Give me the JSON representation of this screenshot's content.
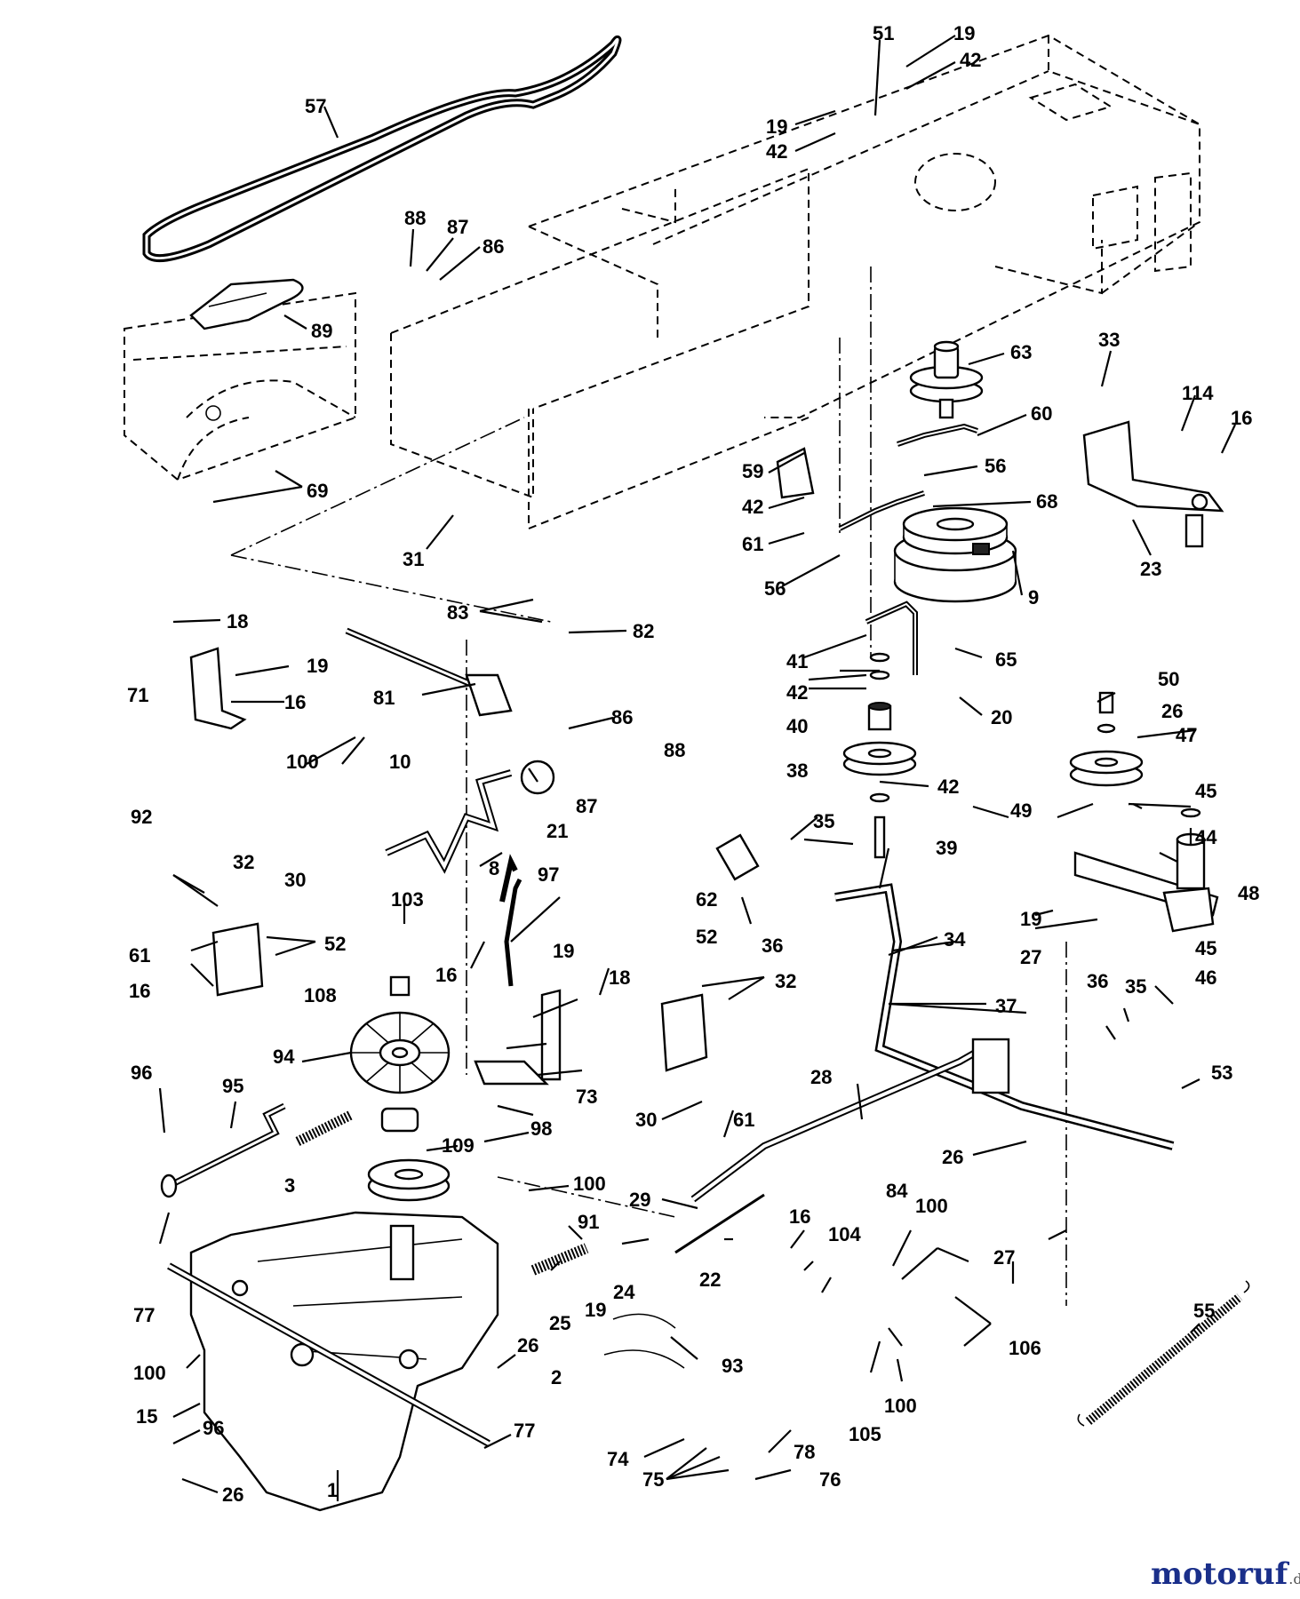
{
  "watermark": {
    "brand_main": "motoruf",
    "brand_suffix": ".de",
    "colors": {
      "moto": "#1a2f8a",
      "ruf": "#3a9a3a"
    }
  },
  "labels": {
    "p57": "57",
    "p51": "51",
    "p19a": "19",
    "p42a": "42",
    "p19b": "19",
    "p42b": "42",
    "p88a": "88",
    "p87a": "87",
    "p86a": "86",
    "p89": "89",
    "p69": "69",
    "p31": "31",
    "p63": "63",
    "p33": "33",
    "p114": "114",
    "p16a": "16",
    "p60": "60",
    "p59": "59",
    "p56a": "56",
    "p42c": "42",
    "p68": "68",
    "p61a": "61",
    "p23": "23",
    "p56b": "56",
    "p9": "9",
    "p83": "83",
    "p82": "82",
    "p18a": "18",
    "p19c": "19",
    "p71": "71",
    "p16b": "16",
    "p81": "81",
    "p41": "41",
    "p65": "65",
    "p42d": "42",
    "p20": "20",
    "p50": "50",
    "p26a": "26",
    "p86b": "86",
    "p40": "40",
    "p47": "47",
    "p100a": "100",
    "p88b": "88",
    "p10": "10",
    "p38": "38",
    "p42e": "42",
    "p92": "92",
    "p87b": "87",
    "p21": "21",
    "p49": "49",
    "p45a": "45",
    "p35a": "35",
    "p39": "39",
    "p44": "44",
    "p8": "8",
    "p62": "62",
    "p32a": "32",
    "p97": "97",
    "p48": "48",
    "p30a": "30",
    "p103": "103",
    "p36a": "36",
    "p34": "34",
    "p19d": "19",
    "p61b": "61",
    "p52a": "52",
    "p19e": "19",
    "p52b": "52",
    "p27a": "27",
    "p45b": "45",
    "p16c": "16",
    "p16d": "16",
    "p18b": "18",
    "p32b": "32",
    "p108": "108",
    "p36b": "36",
    "p35b": "35",
    "p46": "46",
    "p37": "37",
    "p94": "94",
    "p73": "73",
    "p96a": "96",
    "p95": "95",
    "p28": "28",
    "p53": "53",
    "p30b": "30",
    "p61c": "61",
    "p98": "98",
    "p109": "109",
    "p26b": "26",
    "p3": "3",
    "p100b": "100",
    "p29": "29",
    "p84": "84",
    "p100c": "100",
    "p16e": "16",
    "p104": "104",
    "p91": "91",
    "p27b": "27",
    "p24": "24",
    "p22": "22",
    "p77a": "77",
    "p19f": "19",
    "p25": "25",
    "p55": "55",
    "p26c": "26",
    "p106": "106",
    "p93": "93",
    "p100d": "100",
    "p2": "2",
    "p105": "105",
    "p100e": "100",
    "p15": "15",
    "p96b": "96",
    "p77b": "77",
    "p78": "78",
    "p74": "74",
    "p75": "75",
    "p76": "76",
    "p1": "1",
    "p26d": "26"
  }
}
